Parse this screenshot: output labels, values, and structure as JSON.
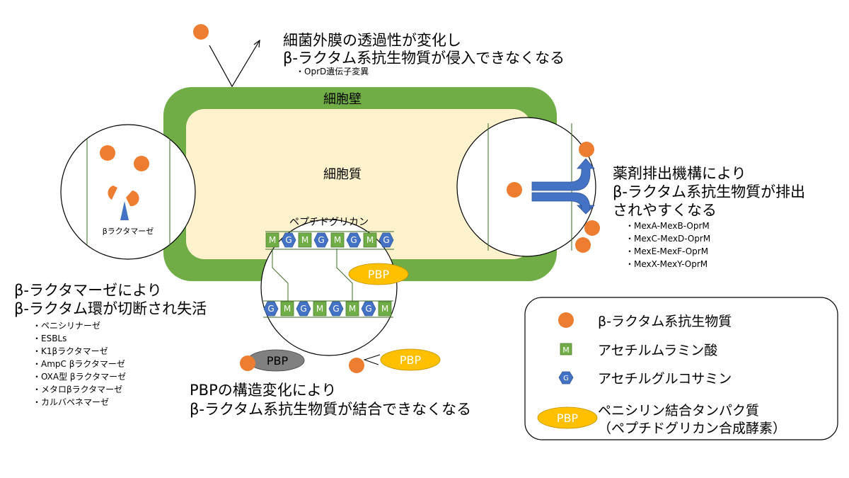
{
  "colors": {
    "cell_wall": "#70ad47",
    "cytoplasm": "#fff2cc",
    "antibiotic": "#ed7d31",
    "muramic_acid": "#70ad47",
    "glucosamine": "#4472c4",
    "pbp": "#ffc000",
    "pbp_altered": "#808080",
    "pump_arrow": "#4472c4"
  },
  "labels": {
    "cell_wall": "細胞壁",
    "cytoplasm": "細胞質",
    "peptidoglycan": "ペプチドグリカン",
    "pbp": "PBP",
    "beta_lactamase": "βラクタマーゼ",
    "glyco_m": "M",
    "glyco_g": "G"
  },
  "porin": {
    "line1": "細菌外膜の透過性が変化し",
    "line2": "β-ラクタム系抗生物質が侵入できなくなる",
    "bullets": [
      "・OprD遺伝子変異"
    ]
  },
  "efflux": {
    "line1": "薬剤排出機構により",
    "line2": "β-ラクタム系抗生物質が排出",
    "line3": "されやすくなる",
    "bullets": [
      "・MexA-MexB-OprM",
      "・MexC-MexD-OprM",
      "・MexE-MexF-OprM",
      "・MexX-MexY-OprM"
    ]
  },
  "lactamase": {
    "line1": "β-ラクタマーゼにより",
    "line2": "β-ラクタム環が切断され失活",
    "bullets": [
      "・ペニシリナーゼ",
      "・ESBLs",
      "・K1βラクタマーゼ",
      "・AmpC βラクタマーゼ",
      "・OXA型 βラクタマーゼ",
      "・メタロβラクタマーゼ",
      "・カルバペネマーゼ"
    ]
  },
  "pbp_change": {
    "line1": "PBPの構造変化により",
    "line2": "β-ラクタム系抗生物質が結合できなくなる"
  },
  "legend": {
    "items": [
      {
        "icon": "antibiotic-icon",
        "label": "β-ラクタム系抗生物質"
      },
      {
        "icon": "muramic-acid-icon",
        "label": "アセチルムラミン酸"
      },
      {
        "icon": "glucosamine-icon",
        "label": "アセチルグルコサミン"
      },
      {
        "icon": "pbp-icon",
        "label": "ペニシリン結合タンパク質",
        "label2": "（ペプチドグリカン合成酵素）"
      }
    ]
  }
}
